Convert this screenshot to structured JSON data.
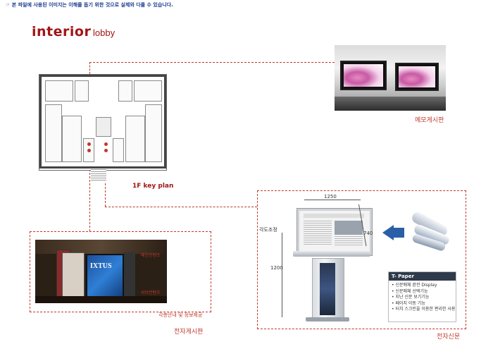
{
  "header": {
    "note": "☞ 본 파일에 사용된 이미지는 이해를 돕기 위한 것으로 실제와 다를 수 있습니다.",
    "title": "interior",
    "subtitle": "lobby"
  },
  "keyplan": {
    "label": "1F key plan"
  },
  "memo_board": {
    "label": "메모게시판"
  },
  "e_board": {
    "label": "전자게시판",
    "callout_main": "메인컨텐츠",
    "callout_sub": "서브컨텐츠",
    "callout_info": "각층안내 및 정보제공",
    "screen_text": "IXTUS"
  },
  "e_newspaper": {
    "label": "전자신문",
    "dim_width": "1250",
    "dim_screen_h": "740",
    "dim_height": "1200",
    "angle_label": "각도조정",
    "paper_title": "T- Paper",
    "features": [
      "• 신문매체 완전 Display",
      "• 신문매체 선택기능",
      "• 지난 신문 보기기능",
      "• 페이지 이동 기능",
      "• 터치 스크린을 이용한 편리한 사용"
    ]
  },
  "colors": {
    "accent_red": "#a01616",
    "dash_red": "#c0392b",
    "note_blue": "#1a3d8f"
  }
}
